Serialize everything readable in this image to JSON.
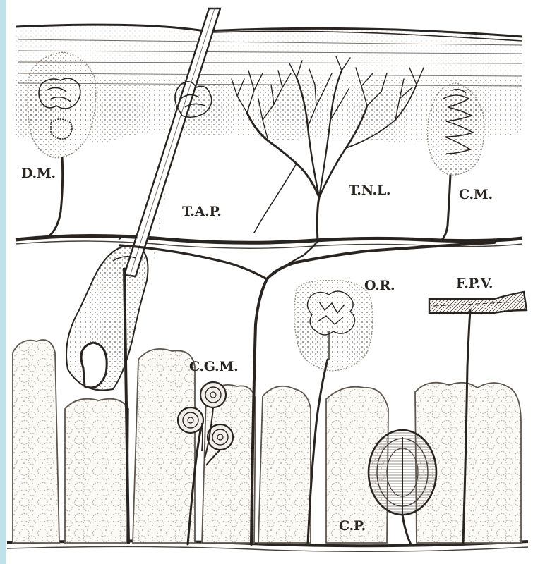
{
  "diagram": {
    "labels": {
      "dm": "D.M.",
      "tap": "T.A.P.",
      "tnl": "T.N.L.",
      "cm": "C.M.",
      "or": "O.R.",
      "fpv": "F.P.V.",
      "cgm": "C.G.M.",
      "cp": "C.P."
    }
  }
}
